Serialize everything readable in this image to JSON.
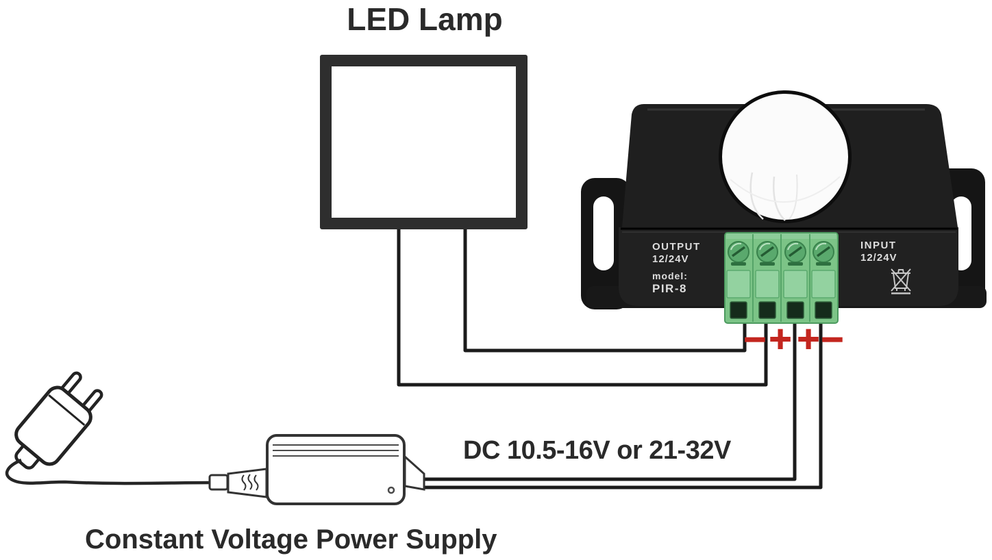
{
  "page": {
    "background": "#ffffff"
  },
  "labels": {
    "led_lamp": "LED Lamp",
    "dc_rating": "DC 10.5-16V or 21-32V",
    "power_supply": "Constant Voltage Power Supply"
  },
  "device": {
    "output_label_line1": "OUTPUT",
    "output_label_line2": "12/24V",
    "model_label_line1": "model:",
    "model_label_line2": "PIR-8",
    "input_label_line1": "INPUT",
    "input_label_line2": "12/24V"
  },
  "wiring": {
    "polarity_marks": [
      "−",
      "+",
      "+",
      "−"
    ],
    "polarity_color": "#c3261f",
    "wire_color": "#1b1b1b"
  },
  "icons": {
    "weee_icon": "crossed-out-wheelie-bin",
    "pir_dome": "white-dome-lens",
    "plug": "two-prong-power-plug"
  }
}
